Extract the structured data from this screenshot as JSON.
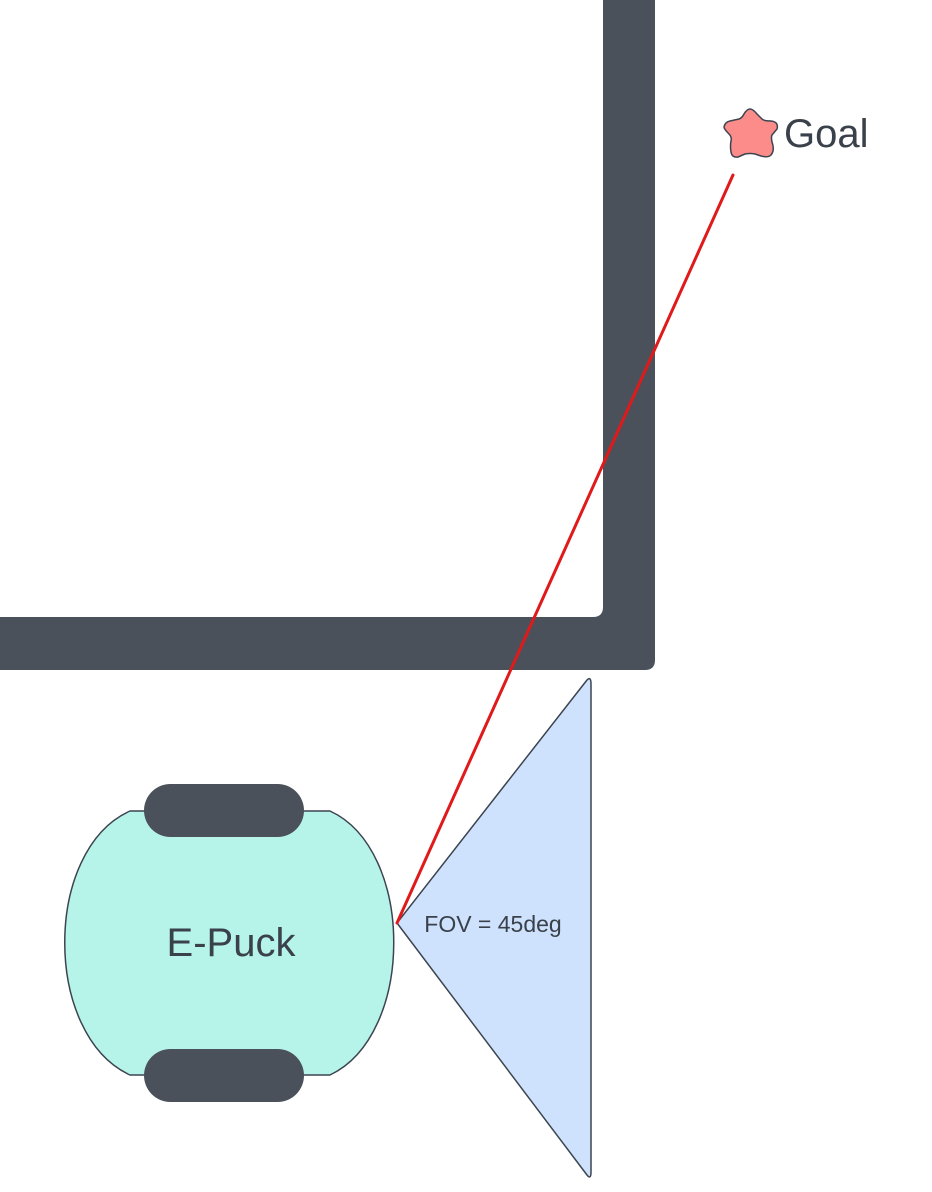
{
  "diagram": {
    "robot_label": "E-Puck",
    "fov_label": "FOV = 45deg",
    "goal_label": "Goal"
  },
  "colors": {
    "wall": "#4b515b",
    "robot_body": "#b6f4ea",
    "fov_cone": "#cfe2fd",
    "goal_star": "#fb8c8a",
    "ray": "#e01a1a",
    "outline": "#3c4450"
  },
  "icons": {
    "goal": "star-icon"
  }
}
